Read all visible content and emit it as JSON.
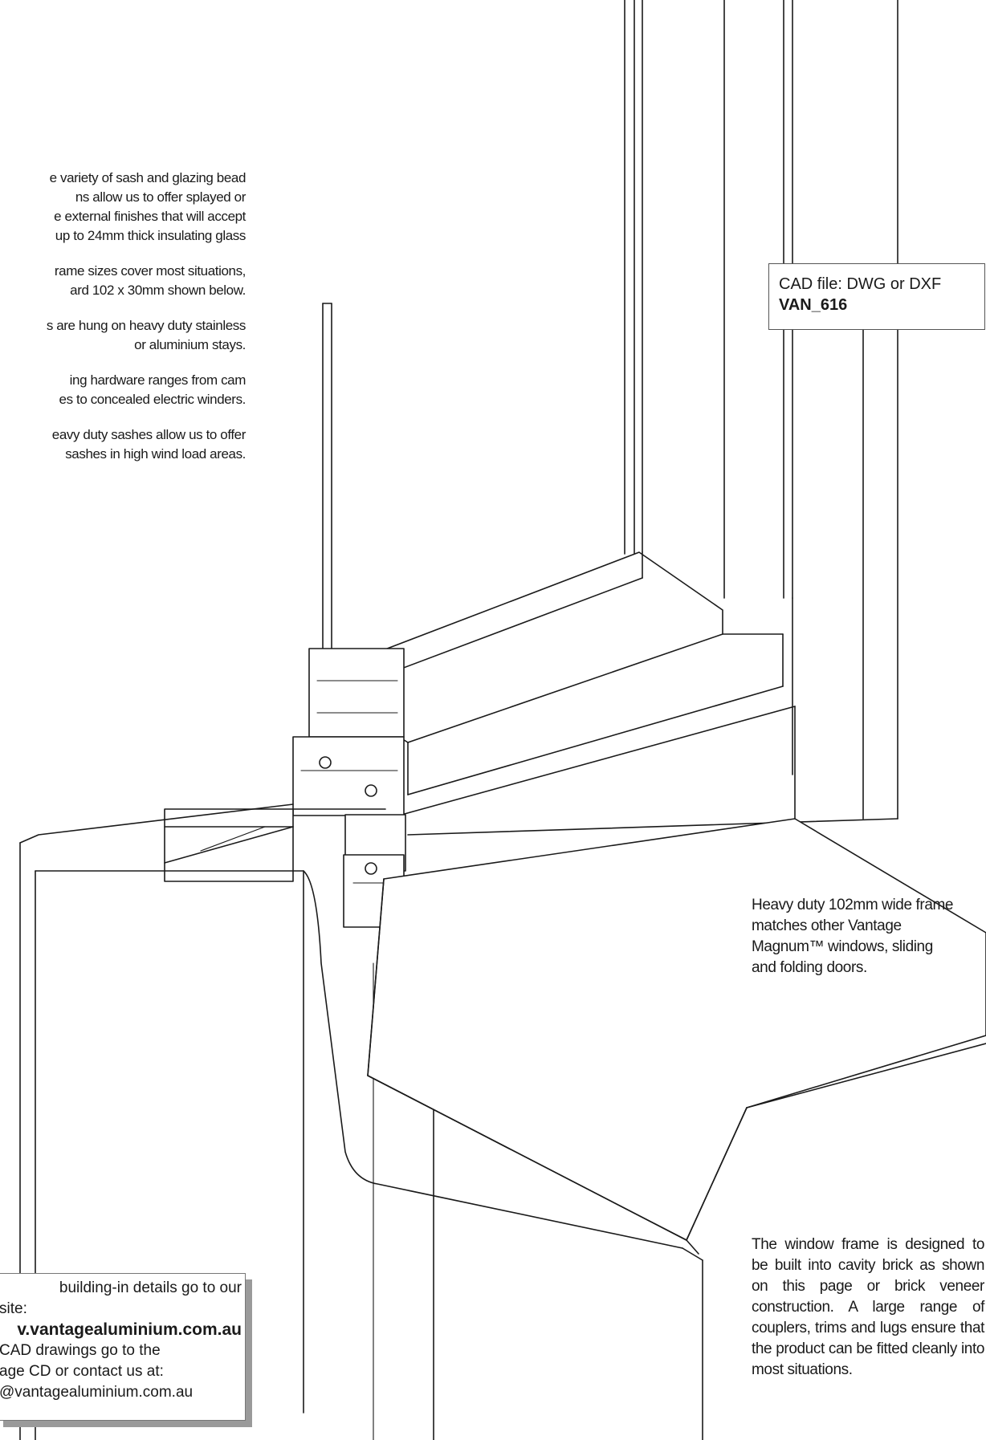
{
  "intro": {
    "paragraphs": [
      "e variety of sash and glazing bead\nns allow us to offer splayed or\ne external finishes that will accept\nup to 24mm thick insulating glass",
      "rame sizes cover most situations,\nard 102 x 30mm shown below.",
      "s are hung on heavy duty stainless\nor aluminium stays.",
      "ing hardware ranges from cam\nes to concealed electric winders.",
      "eavy duty sashes allow us to offer\nsashes in high wind load areas."
    ]
  },
  "cad_box": {
    "label": "CAD file: DWG or DXF",
    "code": "VAN_616"
  },
  "frame_note": {
    "lines": [
      "Heavy duty 102mm wide frame",
      "matches other Vantage",
      "Magnum™ windows, sliding",
      "and folding doors."
    ]
  },
  "build_note": {
    "text": "The window frame is designed to be built into cavity brick as shown on this page or brick veneer construction. A large range of couplers, trims and lugs ensure that the product can be fitted cleanly into most situations."
  },
  "web_box": {
    "line1": "building-in details go to our",
    "line2": "site:",
    "url": "v.vantagealuminium.com.au",
    "line4": "CAD drawings go to the",
    "line5": "age CD or contact us at:",
    "email": "@vantagealuminium.com.au"
  }
}
